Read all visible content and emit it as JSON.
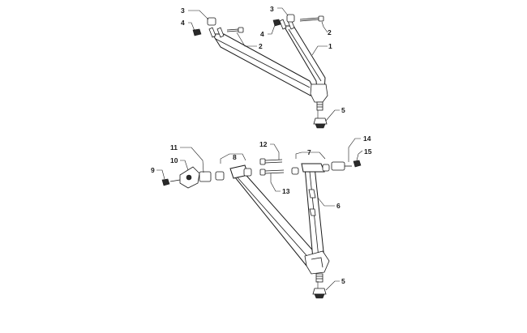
{
  "callouts": [
    {
      "id": "c3a",
      "label": "3"
    },
    {
      "id": "c4a",
      "label": "4"
    },
    {
      "id": "c2a",
      "label": "2"
    },
    {
      "id": "c3b",
      "label": "3"
    },
    {
      "id": "c4b",
      "label": "4"
    },
    {
      "id": "c2b",
      "label": "2"
    },
    {
      "id": "c1",
      "label": "1"
    },
    {
      "id": "c5a",
      "label": "5"
    },
    {
      "id": "c11",
      "label": "11"
    },
    {
      "id": "c10",
      "label": "10"
    },
    {
      "id": "c9",
      "label": "9"
    },
    {
      "id": "c8",
      "label": "8"
    },
    {
      "id": "c12",
      "label": "12"
    },
    {
      "id": "c13",
      "label": "13"
    },
    {
      "id": "c7",
      "label": "7"
    },
    {
      "id": "c14",
      "label": "14"
    },
    {
      "id": "c15",
      "label": "15"
    },
    {
      "id": "c6",
      "label": "6"
    },
    {
      "id": "c5b",
      "label": "5"
    }
  ]
}
